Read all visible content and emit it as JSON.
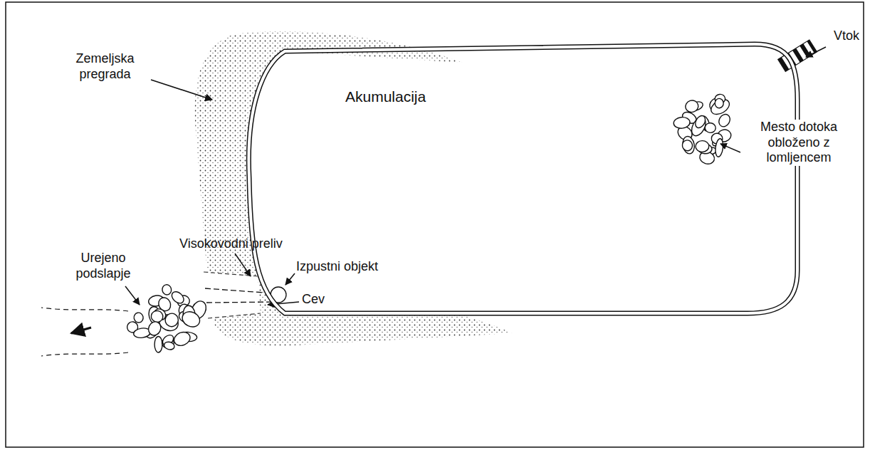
{
  "diagram": {
    "nodes": [
      {
        "text": [
          "Akumulacija"
        ]
      }
    ],
    "labels": [
      "Zemeljska pregrada",
      "Vtok",
      "Mesto dotoka obloženo z lomljencem",
      "Visokovodni preliv",
      "Izpustni objekt",
      "Cev",
      "Urejeno podslapje"
    ]
  }
}
